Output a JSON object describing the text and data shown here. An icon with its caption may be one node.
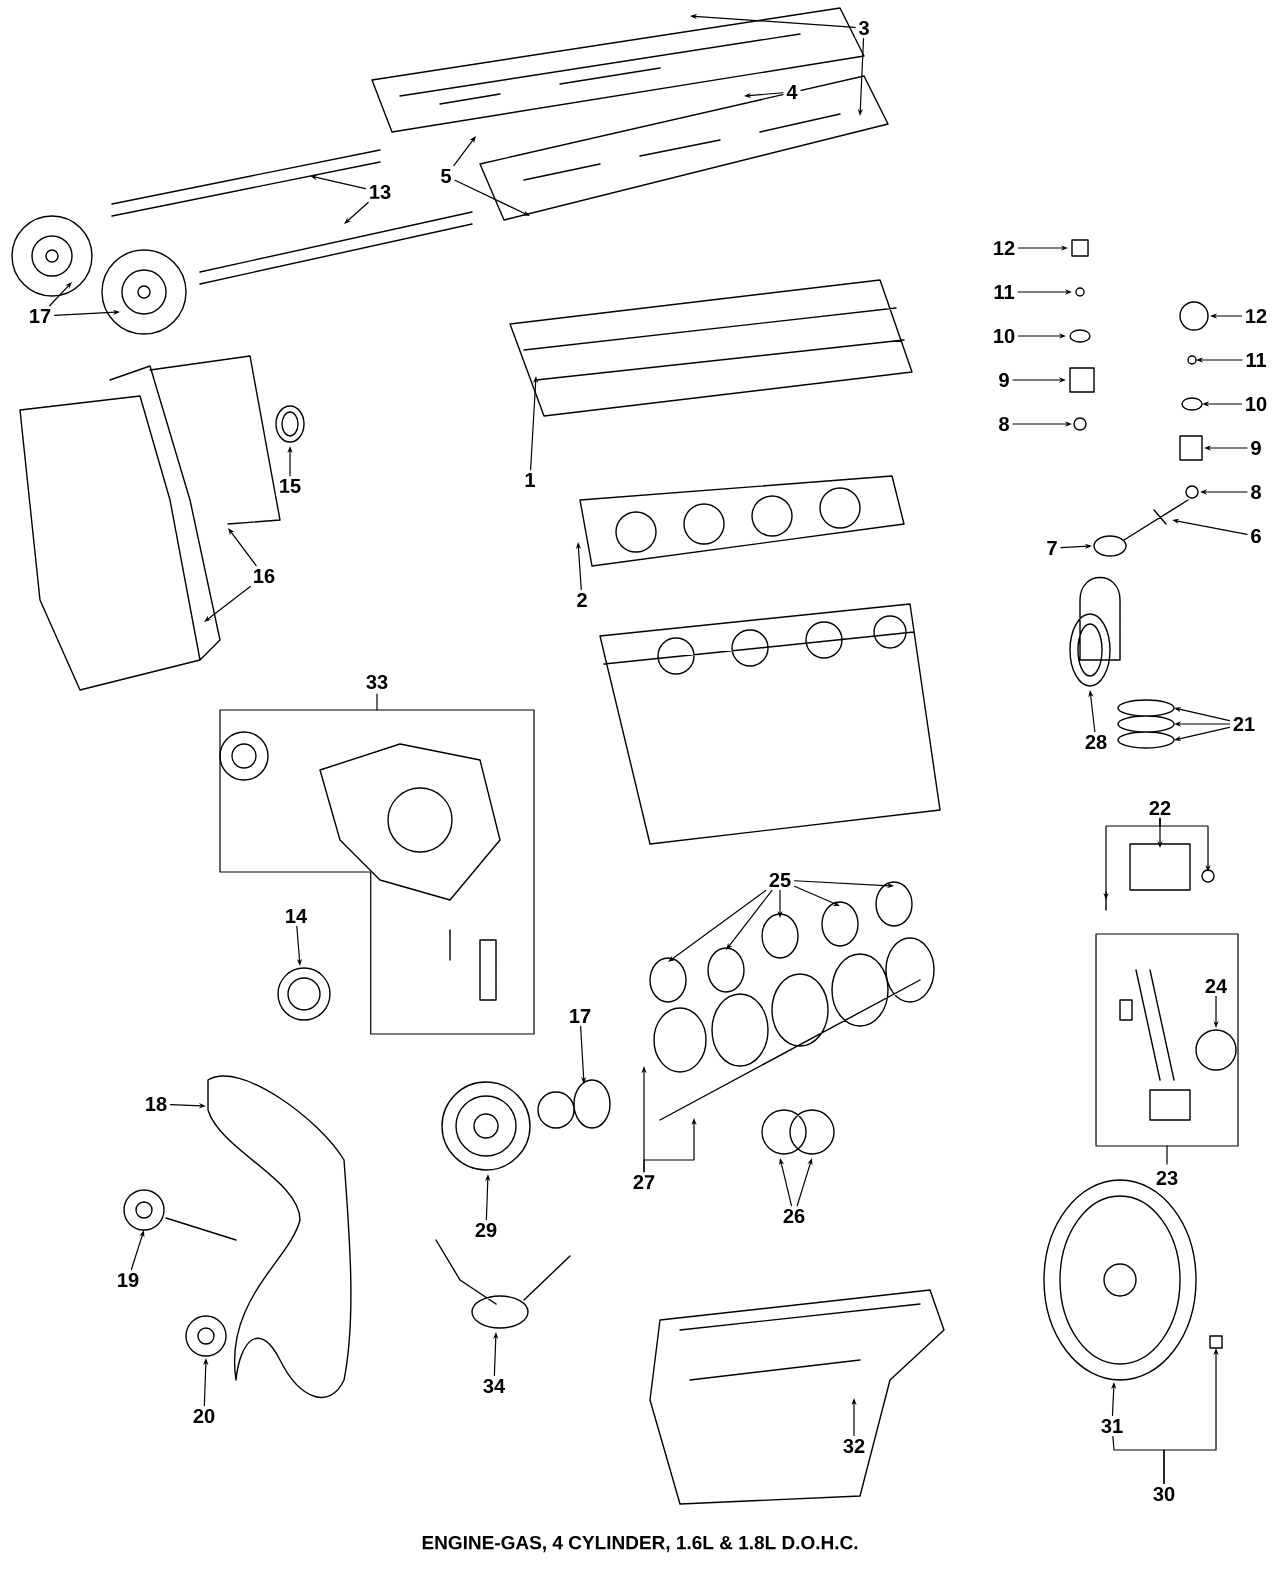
{
  "diagram": {
    "caption": "ENGINE-GAS, 4 CYLINDER, 1.6L & 1.8L D.O.H.C.",
    "nodes": [
      {
        "text": [
          "3"
        ]
      },
      {
        "text": [
          "4"
        ]
      },
      {
        "text": [
          "13"
        ]
      },
      {
        "text": [
          "5"
        ]
      },
      {
        "text": [
          "17"
        ]
      },
      {
        "text": [
          "12"
        ]
      },
      {
        "text": [
          "11"
        ]
      },
      {
        "text": [
          "10"
        ]
      },
      {
        "text": [
          "9"
        ]
      },
      {
        "text": [
          "8"
        ]
      },
      {
        "text": [
          "12"
        ]
      },
      {
        "text": [
          "11"
        ]
      },
      {
        "text": [
          "10"
        ]
      },
      {
        "text": [
          "9"
        ]
      },
      {
        "text": [
          "8"
        ]
      },
      {
        "text": [
          "1"
        ]
      },
      {
        "text": [
          "15"
        ]
      },
      {
        "text": [
          "7"
        ]
      },
      {
        "text": [
          "6"
        ]
      },
      {
        "text": [
          "16"
        ]
      },
      {
        "text": [
          "2"
        ]
      },
      {
        "text": [
          "33"
        ]
      },
      {
        "text": [
          "21"
        ]
      },
      {
        "text": [
          "28"
        ]
      },
      {
        "text": [
          "22"
        ]
      },
      {
        "text": [
          "14"
        ]
      },
      {
        "text": [
          "25"
        ]
      },
      {
        "text": [
          "23"
        ]
      },
      {
        "text": [
          "24"
        ],
        "in": 27
      },
      {
        "text": [
          "17"
        ]
      },
      {
        "text": [
          "18"
        ]
      },
      {
        "text": [
          "27"
        ]
      },
      {
        "text": [
          "29"
        ]
      },
      {
        "text": [
          "26"
        ]
      },
      {
        "text": [
          "19"
        ]
      },
      {
        "text": [
          "34"
        ]
      },
      {
        "text": [
          "20"
        ]
      },
      {
        "text": [
          "32"
        ]
      },
      {
        "text": [
          "31"
        ]
      },
      {
        "text": [
          "30"
        ]
      }
    ],
    "edges": [
      {
        "from": 0,
        "to": null,
        "arrow": "to"
      },
      {
        "from": 0,
        "to": null,
        "arrow": "to"
      },
      {
        "from": 1,
        "to": null,
        "arrow": "to"
      },
      {
        "from": 2,
        "to": null,
        "arrow": "to"
      },
      {
        "from": 2,
        "to": null,
        "arrow": "to"
      },
      {
        "from": 3,
        "to": null,
        "arrow": "to"
      },
      {
        "from": 3,
        "to": null,
        "arrow": "to"
      },
      {
        "from": 4,
        "to": null,
        "arrow": "to"
      },
      {
        "from": 4,
        "to": null,
        "arrow": "to"
      },
      {
        "from": 5,
        "to": null,
        "arrow": "to"
      },
      {
        "from": 6,
        "to": null,
        "arrow": "to"
      },
      {
        "from": 7,
        "to": null,
        "arrow": "to"
      },
      {
        "from": 8,
        "to": null,
        "arrow": "to"
      },
      {
        "from": 9,
        "to": null,
        "arrow": "to"
      },
      {
        "from": 10,
        "to": null,
        "arrow": "to"
      },
      {
        "from": 11,
        "to": null,
        "arrow": "to"
      },
      {
        "from": 12,
        "to": null,
        "arrow": "to"
      },
      {
        "from": 13,
        "to": null,
        "arrow": "to"
      },
      {
        "from": 14,
        "to": null,
        "arrow": "to"
      },
      {
        "from": 15,
        "to": null,
        "arrow": "to"
      },
      {
        "from": 16,
        "to": null,
        "arrow": "to"
      },
      {
        "from": 17,
        "to": null,
        "arrow": "to"
      },
      {
        "from": 18,
        "to": null,
        "arrow": "to"
      },
      {
        "from": 19,
        "to": null,
        "arrow": "to"
      },
      {
        "from": 19,
        "to": null,
        "arrow": "to"
      },
      {
        "from": 20,
        "to": null,
        "arrow": "to"
      },
      {
        "from": 22,
        "to": null,
        "arrow": "to"
      },
      {
        "from": 22,
        "to": null,
        "arrow": "to"
      },
      {
        "from": 22,
        "to": null,
        "arrow": "to"
      },
      {
        "from": 23,
        "to": null,
        "arrow": "to"
      },
      {
        "from": 24,
        "to": null,
        "arrow": "to"
      },
      {
        "from": 24,
        "to": null,
        "arrow": "to"
      },
      {
        "from": 25,
        "to": null,
        "arrow": "to"
      },
      {
        "from": 26,
        "to": null,
        "arrow": "to"
      },
      {
        "from": 26,
        "to": null,
        "arrow": "to"
      },
      {
        "from": 26,
        "to": null,
        "arrow": "to"
      },
      {
        "from": 26,
        "to": null,
        "arrow": "to"
      },
      {
        "from": 26,
        "to": null,
        "arrow": "to"
      },
      {
        "from": 28,
        "to": null,
        "arrow": "to"
      },
      {
        "from": 29,
        "to": null,
        "arrow": "to"
      },
      {
        "from": 30,
        "to": null,
        "arrow": "to"
      },
      {
        "from": 31,
        "to": null,
        "arrow": "to"
      },
      {
        "from": 31,
        "to": null,
        "arrow": "to"
      },
      {
        "from": 32,
        "to": null,
        "arrow": "to"
      },
      {
        "from": 33,
        "to": null,
        "arrow": "to"
      },
      {
        "from": 33,
        "to": null,
        "arrow": "to"
      },
      {
        "from": 34,
        "to": null,
        "arrow": "to"
      },
      {
        "from": 35,
        "to": null,
        "arrow": "to"
      },
      {
        "from": 36,
        "to": null,
        "arrow": "to"
      },
      {
        "from": 37,
        "to": null,
        "arrow": "to"
      },
      {
        "from": 38,
        "to": null,
        "arrow": "to"
      },
      {
        "from": 39,
        "to": 38,
        "arrow": "none"
      },
      {
        "from": 39,
        "to": null,
        "arrow": "to"
      },
      {
        "from": 24,
        "to": null,
        "arrow": "to"
      }
    ]
  }
}
